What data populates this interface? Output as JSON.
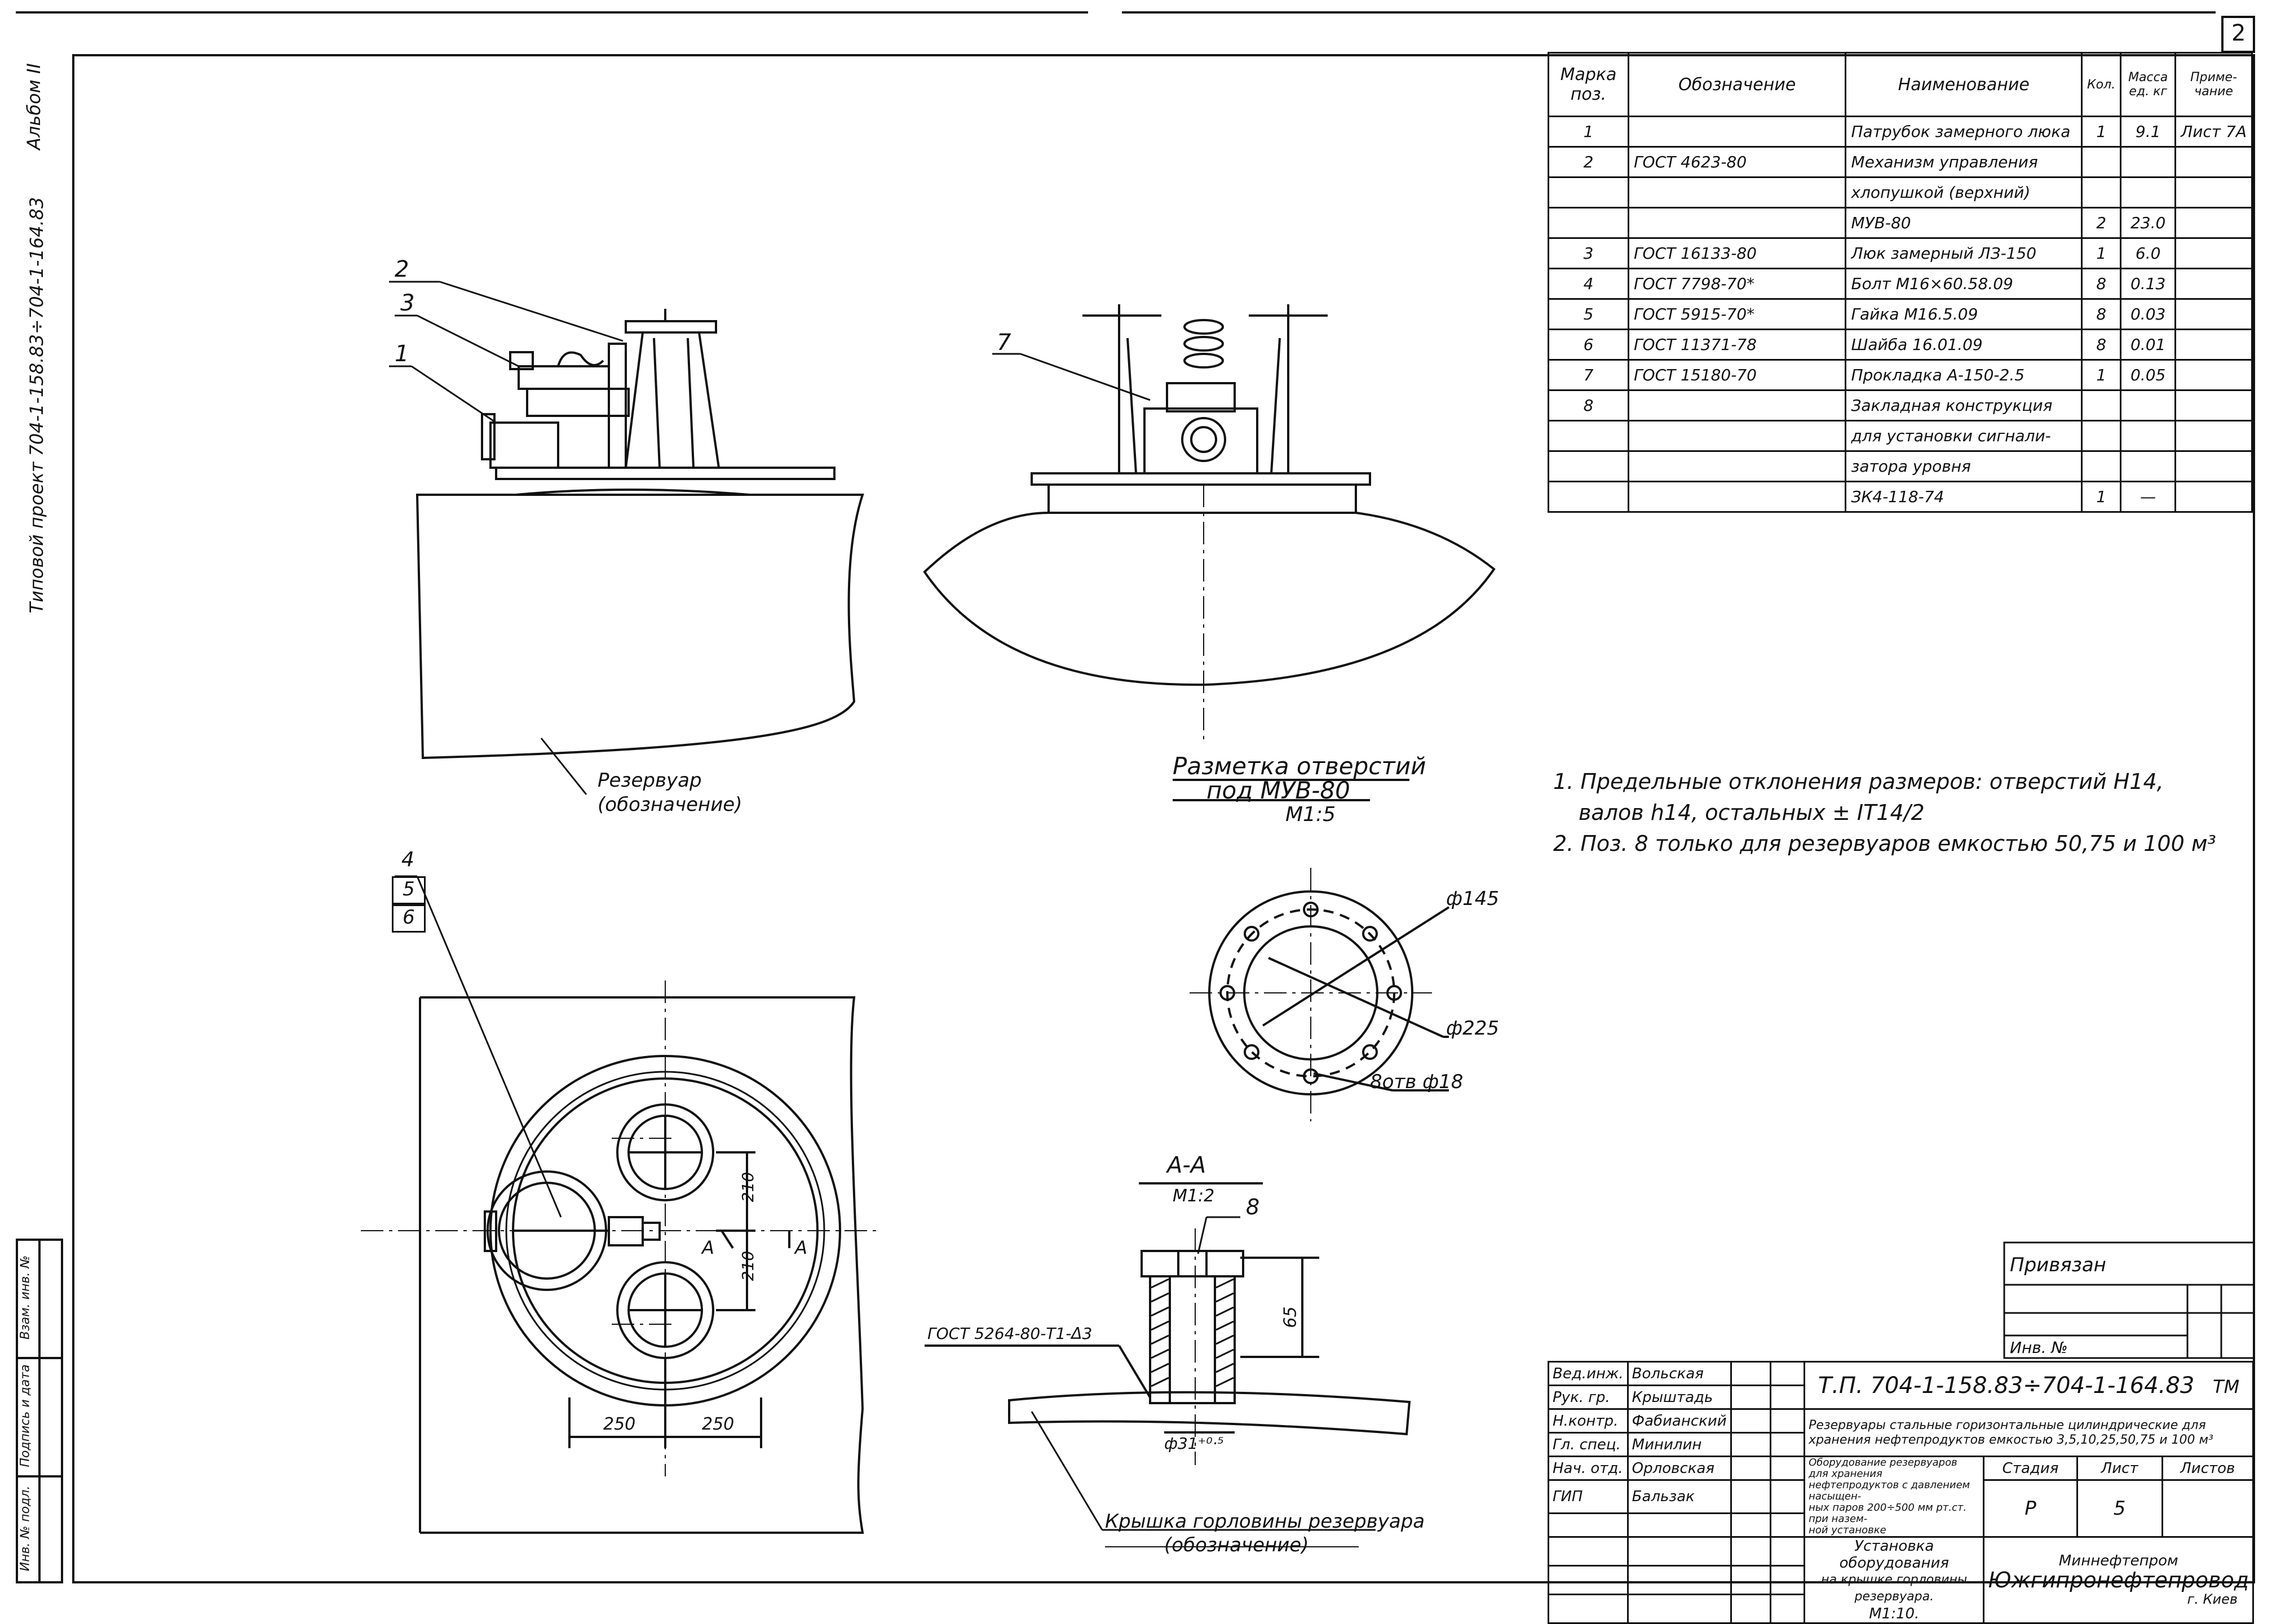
{
  "sheet_number": "2",
  "side_labels": {
    "album": "Альбом II",
    "project": "Типовой проект 704-1-158.83÷704-1-164.83"
  },
  "side_stamp": [
    "Инв. № подл.",
    "Подпись и дата",
    "Взам. инв. №"
  ],
  "spec_table": {
    "headers": [
      "Марка поз.",
      "Обозначение",
      "Наименование",
      "Кол.",
      "Масса ед. кг",
      "Приме-чание"
    ],
    "rows": [
      {
        "pos": "1",
        "designation": "",
        "name": "Патрубок замерного люка",
        "qty": "1",
        "mass": "9.1",
        "note": "Лист 7А"
      },
      {
        "pos": "2",
        "designation": "ГОСТ 4623-80",
        "name": "Механизм управления",
        "qty": "",
        "mass": "",
        "note": ""
      },
      {
        "pos": "",
        "designation": "",
        "name": "хлопушкой (верхний)",
        "qty": "",
        "mass": "",
        "note": ""
      },
      {
        "pos": "",
        "designation": "",
        "name": "МУВ-80",
        "qty": "2",
        "mass": "23.0",
        "note": ""
      },
      {
        "pos": "3",
        "designation": "ГОСТ 16133-80",
        "name": "Люк замерный ЛЗ-150",
        "qty": "1",
        "mass": "6.0",
        "note": ""
      },
      {
        "pos": "4",
        "designation": "ГОСТ 7798-70*",
        "name": "Болт М16×60.58.09",
        "qty": "8",
        "mass": "0.13",
        "note": ""
      },
      {
        "pos": "5",
        "designation": "ГОСТ 5915-70*",
        "name": "Гайка М16.5.09",
        "qty": "8",
        "mass": "0.03",
        "note": ""
      },
      {
        "pos": "6",
        "designation": "ГОСТ 11371-78",
        "name": "Шайба 16.01.09",
        "qty": "8",
        "mass": "0.01",
        "note": ""
      },
      {
        "pos": "7",
        "designation": "ГОСТ 15180-70",
        "name": "Прокладка А-150-2.5",
        "qty": "1",
        "mass": "0.05",
        "note": ""
      },
      {
        "pos": "8",
        "designation": "",
        "name": "Закладная конструкция",
        "qty": "",
        "mass": "",
        "note": ""
      },
      {
        "pos": "",
        "designation": "",
        "name": "для установки сигнали-",
        "qty": "",
        "mass": "",
        "note": ""
      },
      {
        "pos": "",
        "designation": "",
        "name": "затора уровня",
        "qty": "",
        "mass": "",
        "note": ""
      },
      {
        "pos": "",
        "designation": "",
        "name": "ЗК4-118-74",
        "qty": "1",
        "mass": "—",
        "note": ""
      }
    ]
  },
  "notes": {
    "n1_a": "1. Предельные отклонения размеров: отверстий Н14,",
    "n1_b": "валов h14, остальных ± IT14/2",
    "n2": "2. Поз. 8 только для резервуаров емкостью 50,75 и 100 м³"
  },
  "drawing_labels": {
    "reservoir": "Резервуар",
    "reservoir_sub": "(обозначение)",
    "markup_title": "Разметка отверстий",
    "markup_title2": "под МУВ-80",
    "markup_scale": "М1:5",
    "d145": "ф145",
    "d225": "ф225",
    "holes": "8отв ф18",
    "section_title": "А-А",
    "section_scale": "М1:2",
    "weld_gost": "ГОСТ 5264-80-Т1-Δ3",
    "dim_65": "65",
    "d31": "ф31⁺⁰·⁵",
    "lid": "Крышка горловины резервуара",
    "lid_sub": "(обозначение)",
    "dim_250a": "250",
    "dim_250b": "250",
    "dim_210a": "210",
    "dim_210b": "210",
    "section_mark": "А",
    "pos": [
      "1",
      "2",
      "3",
      "4",
      "5",
      "6",
      "7",
      "8"
    ]
  },
  "title_block": {
    "privyazan": "Привязан",
    "inv": "Инв. №",
    "signers": [
      {
        "role": "Вед.инж.",
        "name": "Вольская"
      },
      {
        "role": "Рук. гр.",
        "name": "Крыштадь"
      },
      {
        "role": "Н.контр.",
        "name": "Фабианский"
      },
      {
        "role": "Гл. спец.",
        "name": "Минилин"
      },
      {
        "role": "Нач. отд.",
        "name": "Орловская"
      },
      {
        "role": "ГИП",
        "name": "Бальзак"
      }
    ],
    "code": "Т.П. 704-1-158.83÷704-1-164.83",
    "code_suffix": "ТМ",
    "subtitle_1": "Резервуары стальные горизонтальные цилиндрические для",
    "subtitle_2": "хранения нефтепродуктов емкостью 3,5,10,25,50,75 и 100 м³",
    "desc_1": "Оборудование резервуаров для хранения",
    "desc_2": "нефтепродуктов с давлением насыщен-",
    "desc_3": "ных паров 200÷500 мм рт.ст. при назем-",
    "desc_4": "ной установке",
    "stage_h": "Стадия",
    "sheet_h": "Лист",
    "sheets_h": "Листов",
    "stage": "Р",
    "sheet": "5",
    "sheets": "",
    "drawing_name_1": "Установка оборудования",
    "drawing_name_2": "на крышке горловины резервуара.",
    "drawing_scale": "М1:10.",
    "org_1": "Миннефтепром",
    "org_2": "Южгипронефтепровод",
    "org_3": "г. Киев"
  }
}
